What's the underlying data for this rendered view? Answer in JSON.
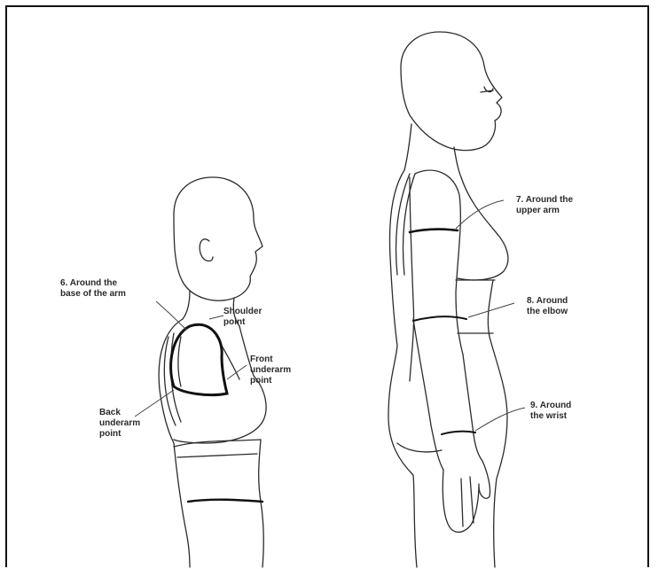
{
  "labels": {
    "arm_base": "6. Around the\nbase of the arm",
    "shoulder_point": "Shoulder\npoint",
    "front_underarm": "Front\nunderarm\npoint",
    "back_underarm": "Back\nunderarm\npoint",
    "upper_arm": "7. Around the\nupper arm",
    "elbow": "8. Around\nthe elbow",
    "wrist": "9. Around\nthe wrist"
  }
}
